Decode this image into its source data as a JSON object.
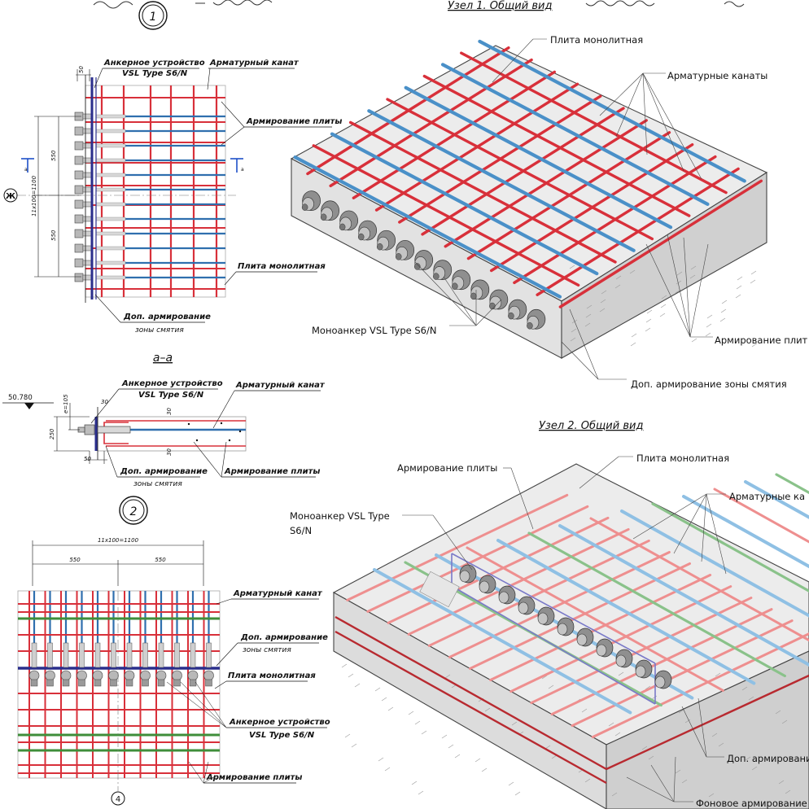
{
  "node_markers": [
    "1",
    "2",
    "4",
    "Ж"
  ],
  "section_title": "а–а",
  "level_mark": "50.780",
  "plan1": {
    "labels": {
      "anchor": "Анкерное устройство",
      "anchor_type": "VSL Type S6/N",
      "tendon": "Арматурный канат",
      "slab_reinf": "Армирование плиты",
      "slab": "Плита монолитная",
      "extra": "Доп. армирование",
      "extra2": "зоны смятия"
    },
    "dims": {
      "top": "50",
      "a": "550",
      "b": "550",
      "total": "11х100=1100",
      "cut": "а"
    }
  },
  "section": {
    "labels": {
      "anchor": "Анкерное устройство",
      "anchor_type": "VSL Type S6/N",
      "tendon": "Арматурный канат",
      "slab_reinf": "Армирование плиты",
      "extra": "Доп. армирование",
      "extra2": "зоны смятия"
    },
    "dims": {
      "h": "250",
      "e": "e=105",
      "c1": "30",
      "c2": "30",
      "c3": "50",
      "c4": "30"
    }
  },
  "plan2": {
    "labels": {
      "tendon": "Арматурный канат",
      "extra": "Доп. армирование",
      "extra2": "зоны смятия",
      "slab": "Плита монолитная",
      "anchor": "Анкерное устройство",
      "anchor_type": "VSL Type S6/N",
      "slab_reinf": "Армирование плиты"
    },
    "dims": {
      "total": "11х100=1100",
      "a": "550",
      "b": "550"
    }
  },
  "iso1": {
    "title": "Узел 1. Общий вид",
    "labels": {
      "slab": "Плита монолитная",
      "tendons": "Арматурные канаты",
      "reinf": "Армирование плит",
      "extra": "Доп. армирование зоны смятия",
      "mono": "Моноанкер VSL Type S6/N"
    }
  },
  "iso2": {
    "title": "Узел 2. Общий вид",
    "labels": {
      "reinf": "Армирование плиты",
      "slab": "Плита монолитная",
      "tendons": "Арматурные ка",
      "mono1": "Моноанкер VSL Type",
      "mono2": "S6/N",
      "extra": "Доп. армировани",
      "bg": "Фоновое армирование"
    }
  },
  "colors": {
    "rebar": "#d8303a",
    "rebar_light": "#ee8f8f",
    "tendon": "#4a90c8",
    "tendon_light": "#8fc0e4",
    "green": "#4f9e4a",
    "blue_plate": "#2a2e8c",
    "concrete": "#e8e8e8",
    "concrete_side": "#d4d4d4",
    "ink": "#111111"
  }
}
